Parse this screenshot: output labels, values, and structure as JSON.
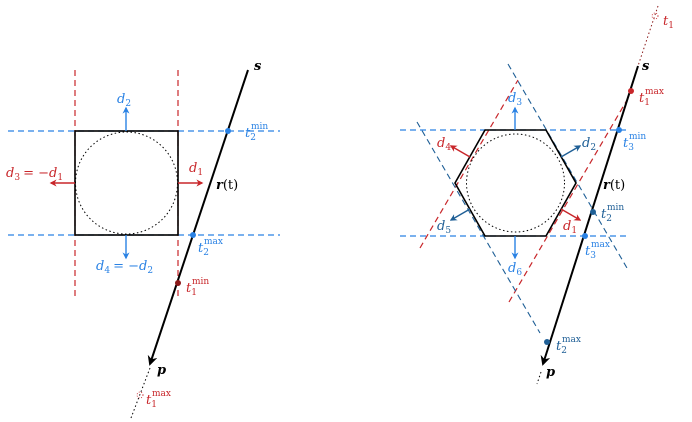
{
  "colors": {
    "red": "#c8262a",
    "blue": "#2a82e4",
    "darkblue": "#1f5f96",
    "black": "#000000",
    "darkred": "#8b1a1a"
  },
  "left": {
    "d1": "d",
    "d1_sub": "1",
    "d2": "d",
    "d2_sub": "2",
    "d3": "d",
    "d3_sub": "3",
    "d3_eq": "= −d",
    "d3_eq_sub": "1",
    "d4": "d",
    "d4_sub": "4",
    "d4_eq": "= −d",
    "d4_eq_sub": "2",
    "t2min": "t",
    "t2min_sub": "2",
    "t2min_sup": "min",
    "t2max": "t",
    "t2max_sub": "2",
    "t2max_sup": "max",
    "t1min": "t",
    "t1min_sub": "1",
    "t1min_sup": "min",
    "t1max": "t",
    "t1max_sub": "1",
    "t1max_sup": "max",
    "s": "s",
    "p": "p",
    "r": "r",
    "r_arg": "(t)"
  },
  "right": {
    "d1": "d",
    "d1_sub": "1",
    "d2": "d",
    "d2_sub": "2",
    "d3": "d",
    "d3_sub": "3",
    "d4": "d",
    "d4_sub": "4",
    "d5": "d",
    "d5_sub": "5",
    "d6": "d",
    "d6_sub": "6",
    "t1max": "t",
    "t1max_sub": "1",
    "t1max_sup": "max",
    "t3min": "t",
    "t3min_sub": "3",
    "t3min_sup": "min",
    "t2min": "t",
    "t2min_sub": "2",
    "t2min_sup": "min",
    "t3max": "t",
    "t3max_sub": "3",
    "t3max_sup": "max",
    "t2max": "t",
    "t2max_sub": "2",
    "t2max_sup": "max",
    "t1": "t",
    "t1_sub": "1",
    "s": "s",
    "p": "p",
    "r": "r",
    "r_arg": "(t)"
  }
}
